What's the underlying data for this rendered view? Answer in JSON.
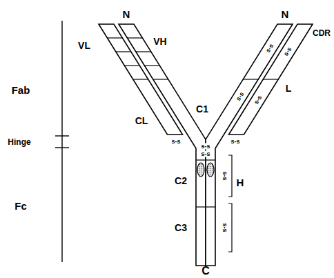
{
  "diagram": {
    "labels": [
      "N",
      "VL",
      "VH",
      "N",
      "CDR",
      "Fab",
      "CL",
      "C1",
      "L",
      "s-s",
      "s-s",
      "s-s",
      "s-s",
      "s-s",
      "s-s",
      "s-s",
      "s-s",
      "Hinge",
      "C2",
      "s-s",
      "H",
      "Fc",
      "C3",
      "s-s",
      "C"
    ]
  }
}
